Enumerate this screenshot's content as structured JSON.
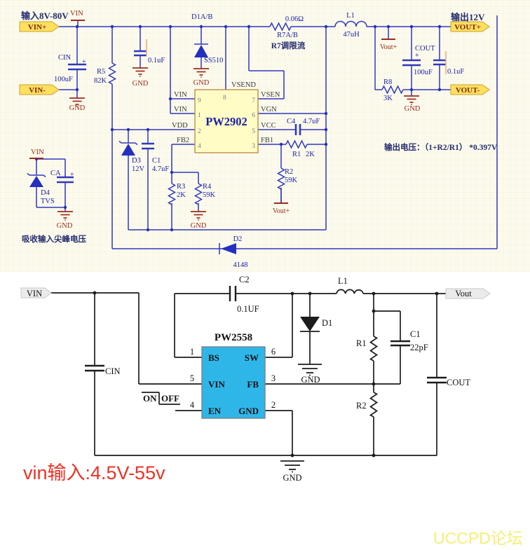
{
  "top": {
    "titles": {
      "input": "输入8V-80V",
      "output": "输出12V"
    },
    "ports": {
      "vin_plus": "VIN+",
      "vin_minus": "VIN-",
      "vout_plus": "VOUT+",
      "vout_minus": "VOUT-"
    },
    "nets": {
      "vin": "VIN",
      "vout": "Vout+",
      "gnd": "GND"
    },
    "plus": "+",
    "ic": {
      "name": "PW2902",
      "pins": {
        "p9": "VIN",
        "p1": "VIN",
        "p2": "VDD",
        "p4": "FB2",
        "p8": "VSEND",
        "p7": "VSEN",
        "p6": "VGN",
        "p5": "VCC",
        "p3": "FB1"
      },
      "nums": {
        "n9": "9",
        "n1": "1",
        "n2": "2",
        "n4": "4",
        "n8": "8",
        "n7": "7",
        "n6": "6",
        "n5": "5",
        "n3": "3"
      }
    },
    "comps": {
      "cin": {
        "ref": "CIN",
        "val": "100uF"
      },
      "r5": {
        "ref": "R5",
        "val": "82K"
      },
      "cb_in": {
        "val": "0.1uF"
      },
      "d1": {
        "ref": "D1A/B",
        "val": "SS510"
      },
      "r7": {
        "ref": "R7A/B",
        "val": "0.06Ω"
      },
      "l1": {
        "ref": "L1",
        "val": "47uH"
      },
      "cout": {
        "ref": "COUT",
        "val": "100uF"
      },
      "cb_out": {
        "val": "0.1uF"
      },
      "r8": {
        "ref": "R8",
        "val": "3K"
      },
      "c4": {
        "ref": "C4",
        "val": "4.7uF"
      },
      "r1": {
        "ref": "R1",
        "val": "2K"
      },
      "r2": {
        "ref": "R2",
        "val": "59K"
      },
      "d3": {
        "ref": "D3",
        "val": "12V"
      },
      "c1": {
        "ref": "C1",
        "val": "4.7uF"
      },
      "r3": {
        "ref": "R3",
        "val": "2K"
      },
      "r4": {
        "ref": "R4",
        "val": "59K"
      },
      "d4": {
        "ref": "D4",
        "val": "TVS"
      },
      "ca": {
        "ref": "CA"
      },
      "d2": {
        "ref": "D2",
        "val": "4148"
      }
    },
    "notes": {
      "r7": "R7调限流",
      "formula": "输出电压：（1+R2/R1） *0.397V",
      "snubber": "吸收输入尖峰电压"
    }
  },
  "bottom": {
    "tags": {
      "vin": "VIN",
      "vout": "Vout"
    },
    "ic": {
      "name": "PW2558",
      "pins": {
        "bs": "BS",
        "vin": "VIN",
        "en": "EN",
        "sw": "SW",
        "fb": "FB",
        "gnd": "GND"
      },
      "nums": {
        "n1": "1",
        "n5": "5",
        "n4": "4",
        "n6": "6",
        "n3": "3",
        "n2": "2"
      }
    },
    "comps": {
      "c2": {
        "ref": "C2",
        "val": "0.1UF"
      },
      "l1": {
        "ref": "L1"
      },
      "d1": {
        "ref": "D1"
      },
      "r1": {
        "ref": "R1"
      },
      "c1": {
        "ref": "C1",
        "val": "22pF"
      },
      "r2": {
        "ref": "R2"
      },
      "cin": {
        "ref": "CIN"
      },
      "cout": {
        "ref": "COUT"
      }
    },
    "switch": {
      "on": "ON",
      "off": "OFF"
    },
    "gnd": "GND",
    "note": "vin输入:4.5V-55v"
  },
  "watermark": "UCCPD论坛",
  "colors": {
    "wire_blue": "#3038BE",
    "label_blue": "#1C20A8",
    "net_red": "#9B2C1B",
    "navy": "#252C6E",
    "port_fill": "#FFDF5E",
    "ic_fill": "#FFFDC5",
    "ic2_fill": "#2FB6E9",
    "note_red": "#EE3124",
    "watermark": "#F6EE73",
    "schematic_bg": "#FBFAEC"
  }
}
